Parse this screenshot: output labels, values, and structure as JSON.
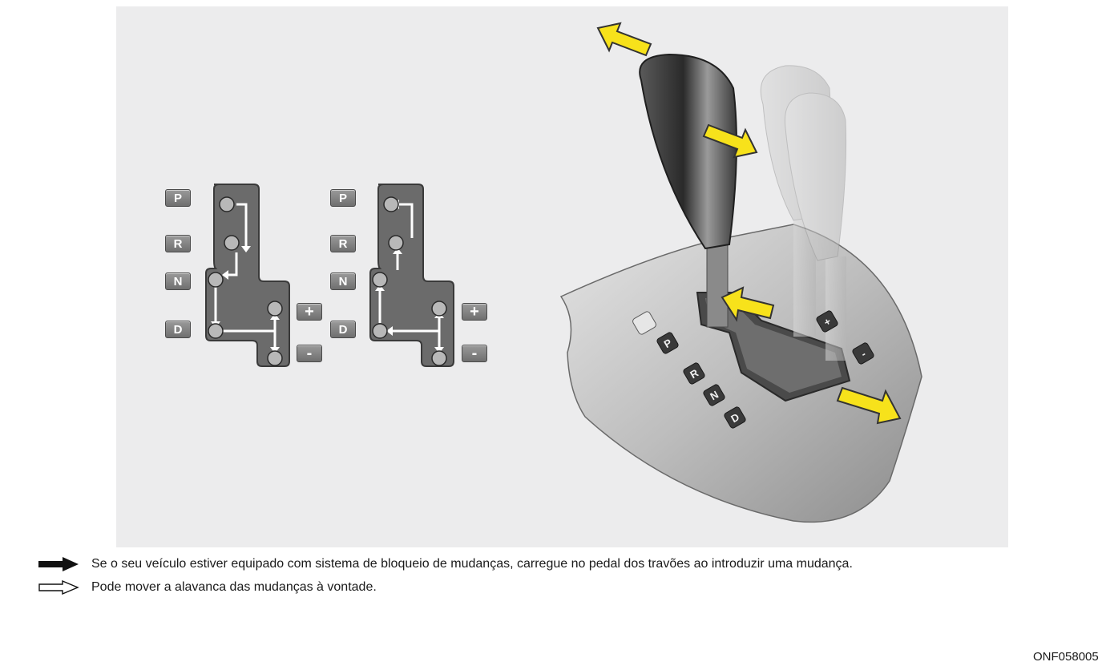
{
  "gate_left": {
    "positions": [
      "P",
      "R",
      "N",
      "D"
    ],
    "manual": [
      "+",
      "-"
    ]
  },
  "gate_right": {
    "positions": [
      "P",
      "R",
      "N",
      "D"
    ],
    "manual": [
      "+",
      "-"
    ]
  },
  "console": {
    "gates": [
      "P",
      "R",
      "N",
      "D"
    ],
    "manual": [
      "+",
      "-"
    ]
  },
  "legend": {
    "solid_arrow_text": "Se o seu veículo estiver equipado com sistema de bloqueio de mudanças, carregue no pedal dos travões ao introduzir uma mudança.",
    "outline_arrow_text": "Pode mover a alavanca das mudanças à vontade."
  },
  "figure_code": "ONF058005",
  "colors": {
    "arrow_yellow": "#f7e21b",
    "panel_bg": "#ececed",
    "gate_dark": "#6a6a6a"
  }
}
